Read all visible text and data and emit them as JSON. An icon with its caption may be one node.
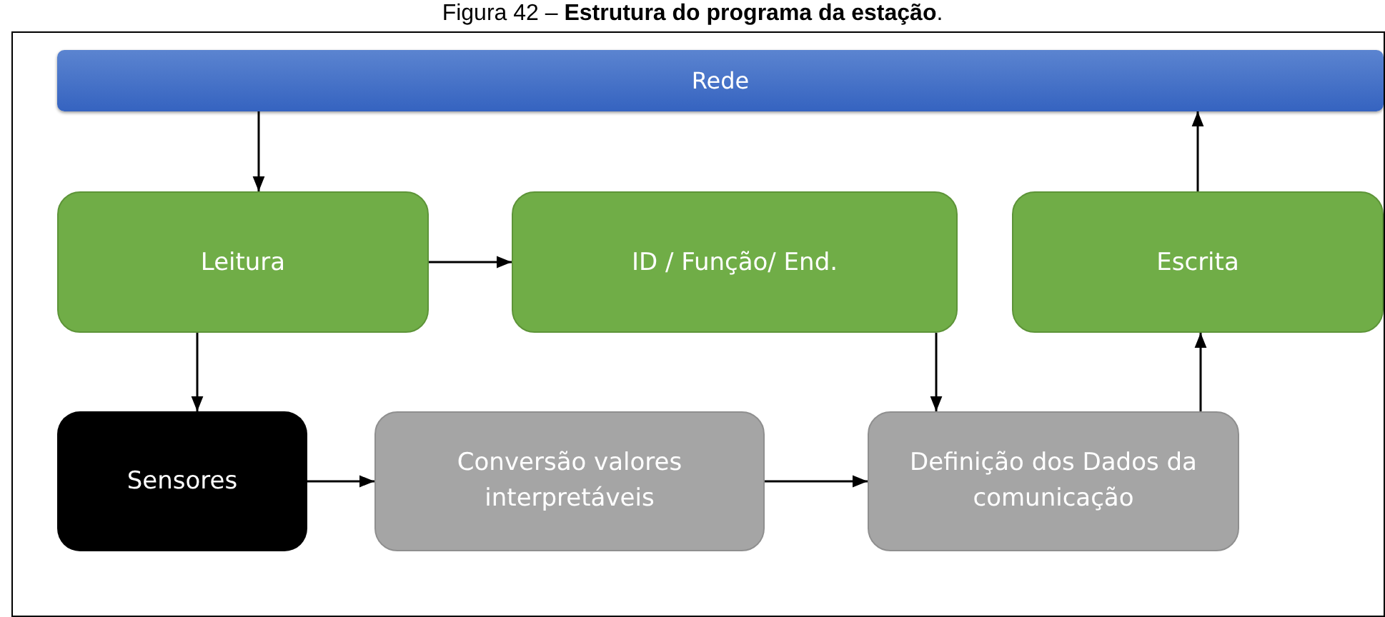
{
  "diagram": {
    "title": "Figura 42 – **Estrutura do programa da estação**.",
    "nodes": [
      {
        "text": [
          "Rede"
        ]
      },
      {
        "text": [
          "Leitura"
        ]
      },
      {
        "text": [
          "ID / Função/ End."
        ]
      },
      {
        "text": [
          "Escrita"
        ]
      },
      {
        "text": [
          "Sensores"
        ]
      },
      {
        "text": [
          "Conversão valores interpretáveis"
        ]
      },
      {
        "text": [
          "Definição dos Dados da comunicação"
        ]
      }
    ],
    "edges": [
      {
        "from": 0,
        "to": 1,
        "arrow": "to"
      },
      {
        "from": 1,
        "to": 2,
        "arrow": "to"
      },
      {
        "from": 2,
        "to": 6,
        "arrow": "to"
      },
      {
        "from": 1,
        "to": 4,
        "arrow": "to"
      },
      {
        "from": 4,
        "to": 5,
        "arrow": "to"
      },
      {
        "from": 5,
        "to": 6,
        "arrow": "to"
      },
      {
        "from": 6,
        "to": 3,
        "arrow": "to"
      },
      {
        "from": 3,
        "to": 0,
        "arrow": "to"
      }
    ]
  }
}
